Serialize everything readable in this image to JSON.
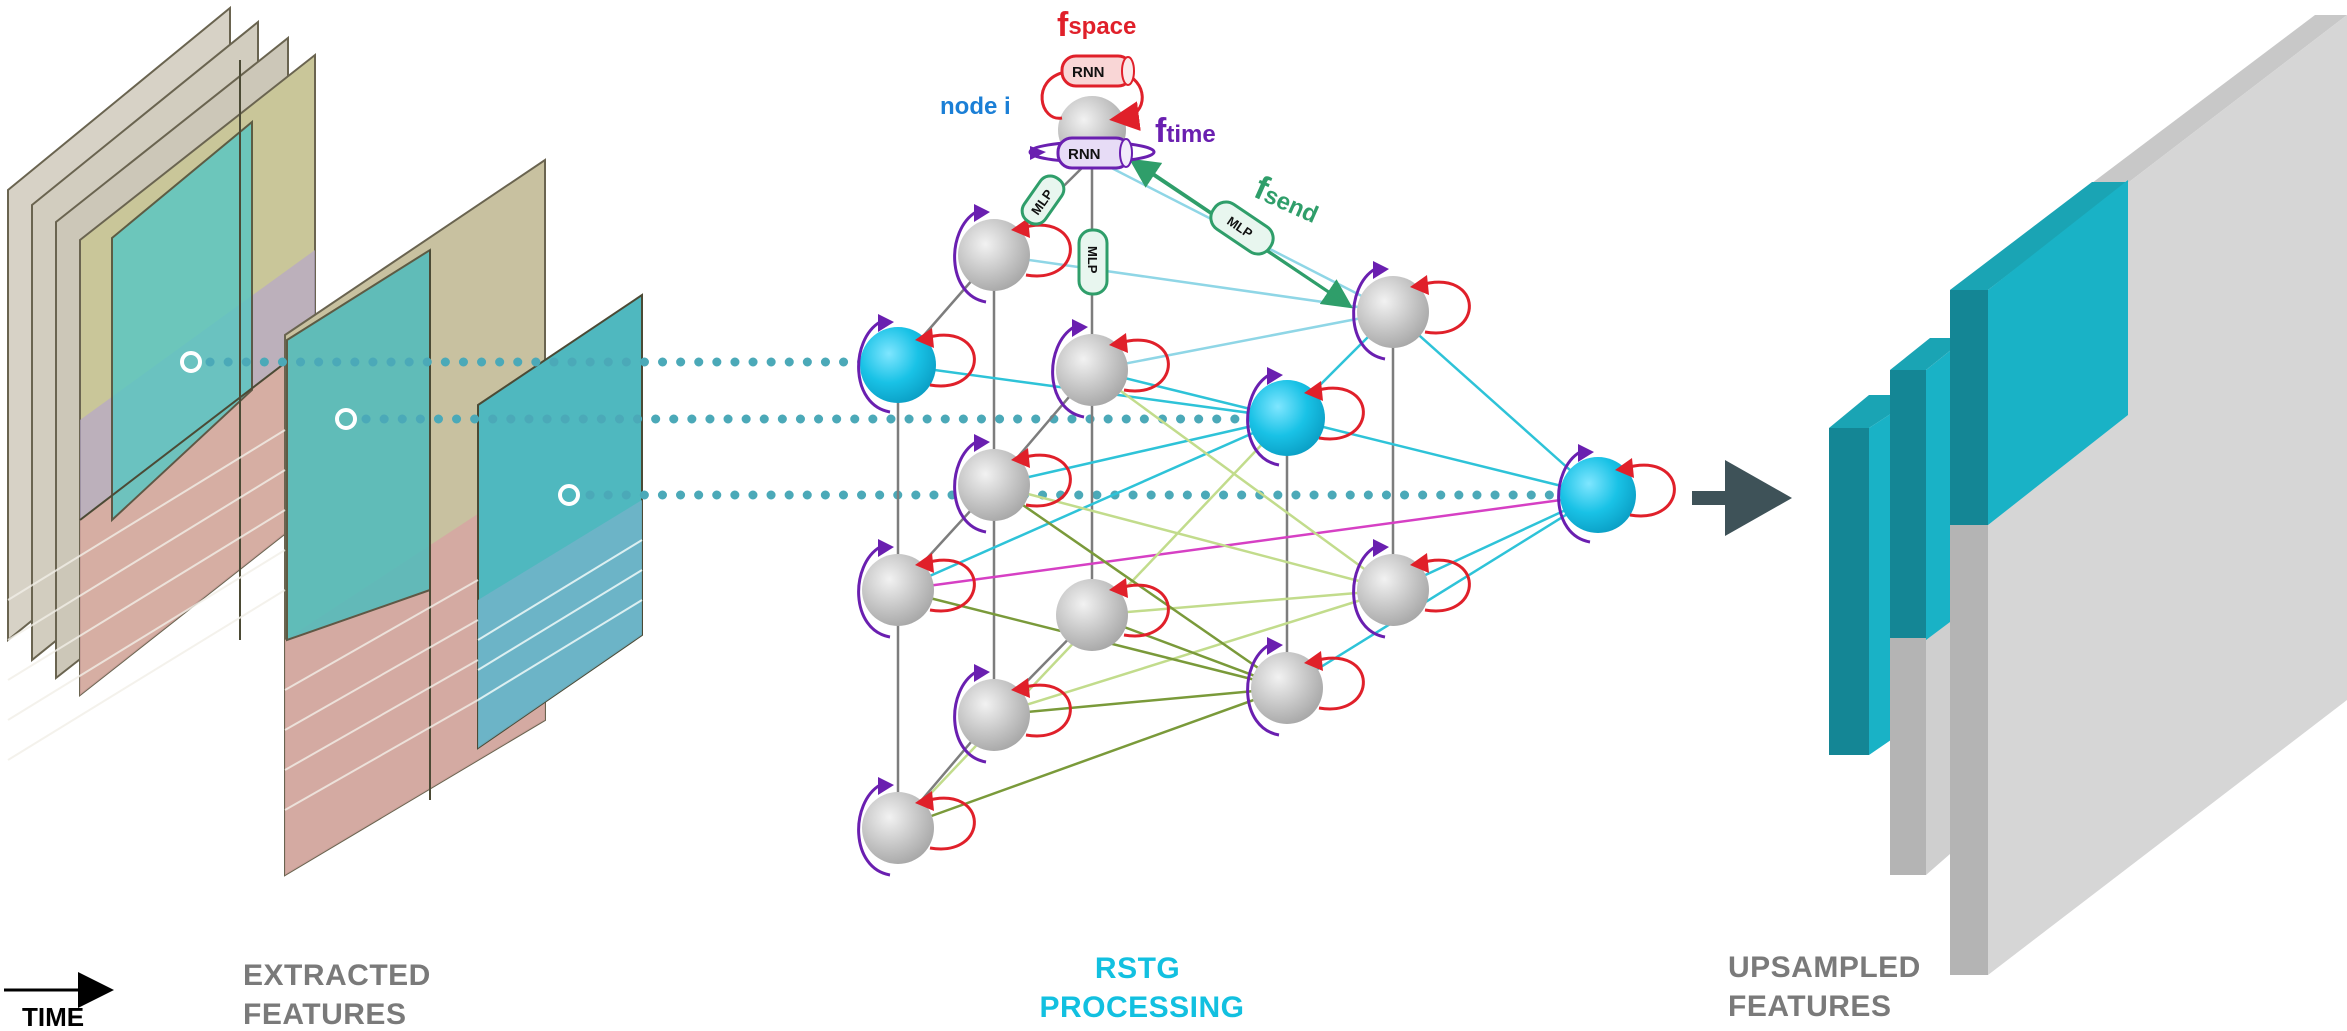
{
  "labels": {
    "f_space": {
      "main": "f",
      "sub": "space"
    },
    "f_time": {
      "main": "f",
      "sub": "time"
    },
    "f_send": {
      "main": "f",
      "sub": "send"
    },
    "node_i": "node i",
    "rnn": "RNN",
    "mlp": "MLP",
    "time": "TIME"
  },
  "captions": {
    "extracted": [
      "EXTRACTED",
      "FEATURES"
    ],
    "rstg": [
      "RSTG",
      "PROCESSING"
    ],
    "upsampled": [
      "UPSAMPLED",
      "FEATURES"
    ]
  },
  "colors": {
    "space_red": "#e0202a",
    "time_purple": "#6a1fb0",
    "send_green": "#2f9e6a",
    "node_blue_text": "#1b7fd6",
    "cyan": "#19c2e6",
    "teal_dots": "#4ba9b8",
    "arrow_gray": "#3e5258",
    "caption_gray": "#7a7a7a",
    "caption_cyan": "#12c0e0"
  }
}
